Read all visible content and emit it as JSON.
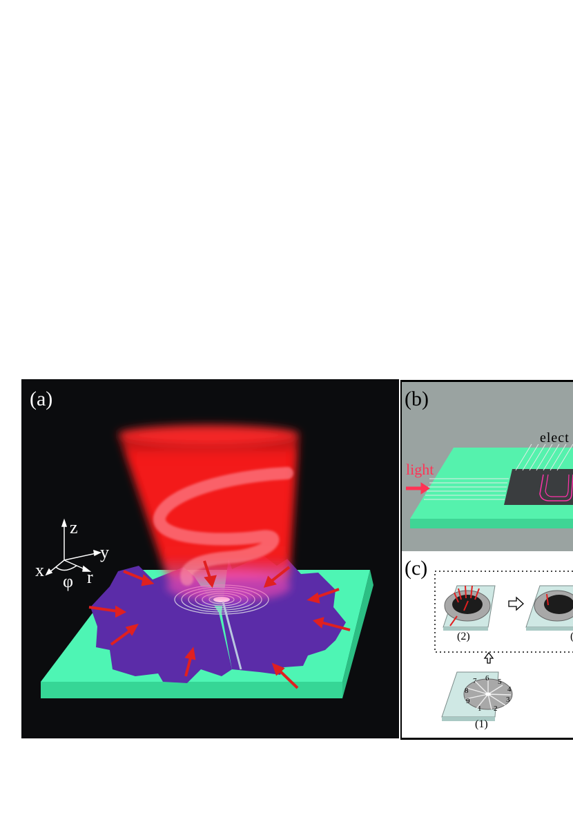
{
  "panel_a": {
    "label": "(a)",
    "axes": {
      "z": "z",
      "y": "y",
      "x": "x",
      "r": "r",
      "phi": "φ"
    },
    "colors": {
      "background": "#0b0c0e",
      "substrate": "#4ef5b4",
      "electrodes": "#5b2ca8",
      "beam": "#ff1a1a",
      "arrows": "#e02020"
    }
  },
  "panel_b": {
    "label": "(b)",
    "light_label": "light",
    "electrode_label": "elect",
    "colors": {
      "background": "#9aa3a1",
      "substrate": "#55f2ad",
      "chip": "#3a3d3f",
      "light": "#ff3355",
      "waveguide": "#ff33aa"
    }
  },
  "panel_c": {
    "label": "(c)",
    "step_labels": {
      "step1": "(1)",
      "step2": "(2)",
      "step3": "("
    },
    "segment_numbers": [
      "1",
      "2",
      "3",
      "4",
      "5",
      "6",
      "7",
      "8",
      "9"
    ],
    "colors": {
      "base": "#cfe8e4",
      "segment": "#a8a8a8",
      "dark": "#1c1c1c",
      "arrows": "#e02020"
    }
  }
}
